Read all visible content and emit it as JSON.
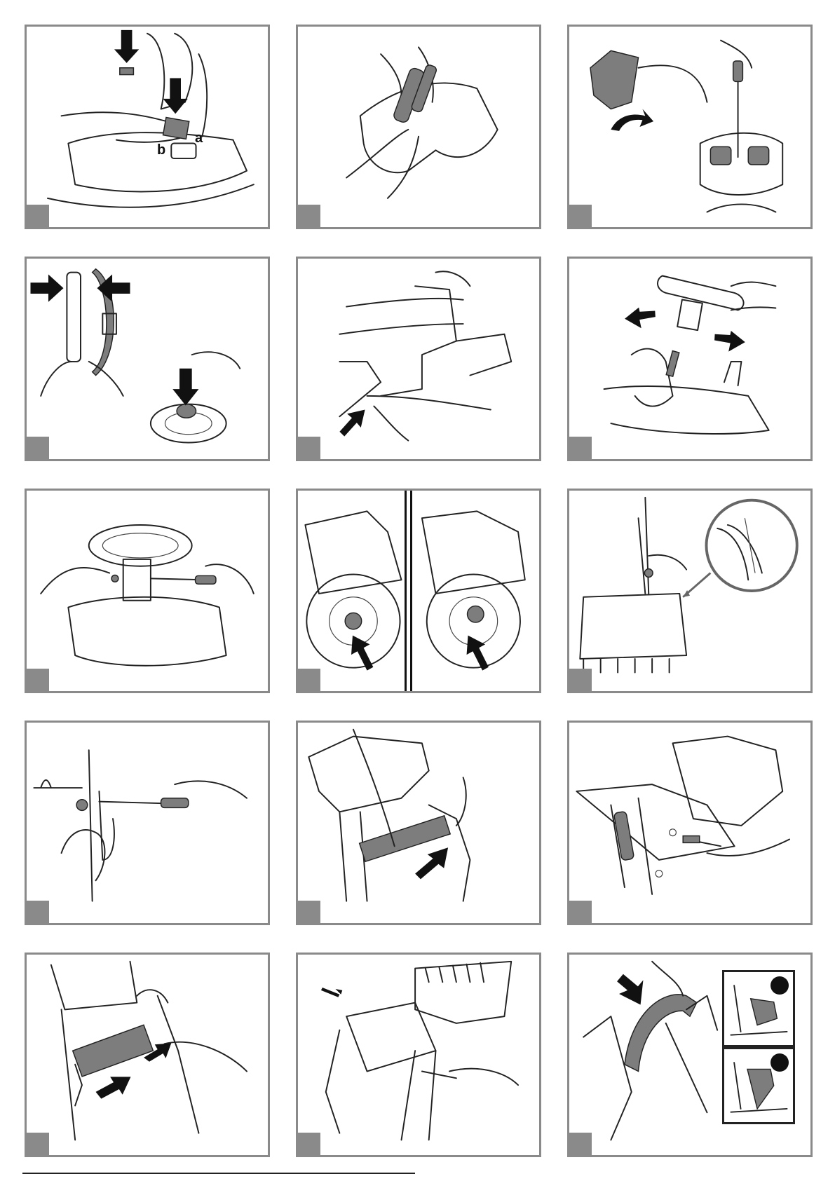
{
  "panels": [
    {
      "id": 1,
      "labels": {
        "a": "a",
        "b": "b"
      }
    },
    {
      "id": 2
    },
    {
      "id": 3
    },
    {
      "id": 4
    },
    {
      "id": 5
    },
    {
      "id": 6
    },
    {
      "id": 7
    },
    {
      "id": 8
    },
    {
      "id": 9
    },
    {
      "id": 10
    },
    {
      "id": 11
    },
    {
      "id": 12
    },
    {
      "id": 13
    },
    {
      "id": 14
    },
    {
      "id": 15
    }
  ],
  "colors": {
    "frame": "#8a8a8a",
    "ink": "#222222",
    "fill": "#7d7d7d",
    "arrow": "#111111"
  }
}
